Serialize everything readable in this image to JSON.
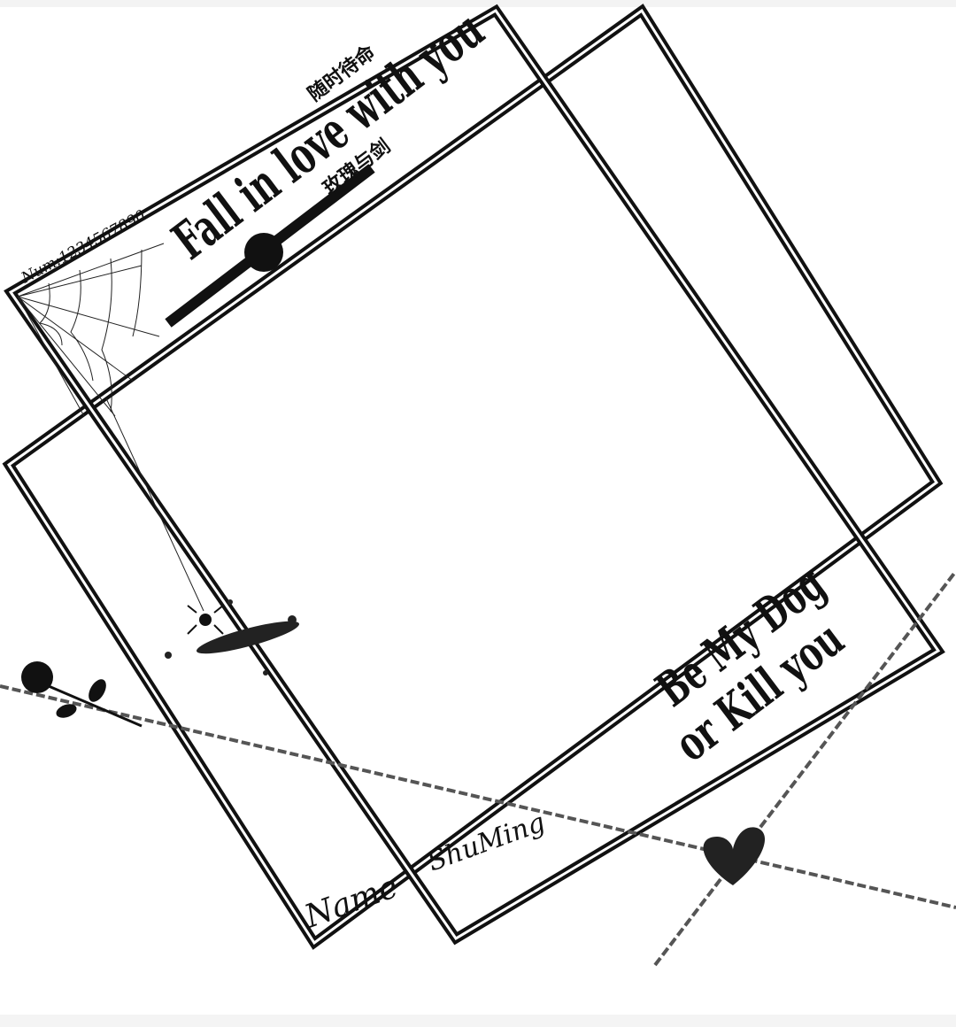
{
  "frame": {
    "number_label": "Num:1234567890",
    "headline": "Fall in love with you",
    "cn_top": "随时待命",
    "cn_sub": "玫瑰与剑",
    "tagline_line1": "Be My Dog",
    "tagline_line2": "or Kill you",
    "name_label": "Name",
    "name_value": "ShuMing"
  },
  "colors": {
    "ink": "#111111",
    "background": "#ffffff"
  }
}
